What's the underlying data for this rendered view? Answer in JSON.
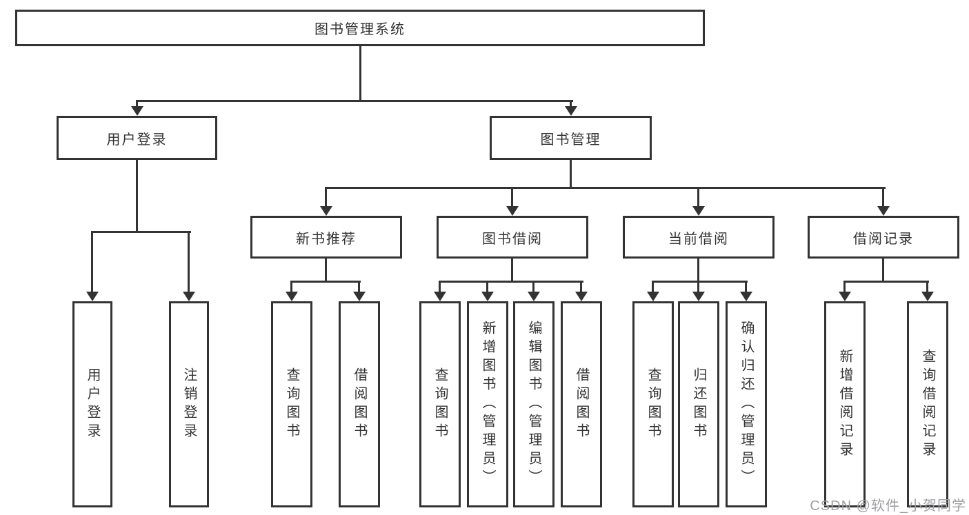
{
  "diagram": {
    "title": "图书管理系统",
    "root": {
      "label": "图书管理系统"
    },
    "branches": [
      {
        "label": "用户登录",
        "children": [
          "用户登录",
          "注销登录"
        ]
      },
      {
        "label": "图书管理",
        "sections": [
          {
            "label": "新书推荐",
            "children": [
              "查询图书",
              "借阅图书"
            ]
          },
          {
            "label": "图书借阅",
            "children": [
              "查询图书",
              "新增图书（管理员）",
              "编辑图书（管理员）",
              "借阅图书"
            ]
          },
          {
            "label": "当前借阅",
            "children": [
              "查询图书",
              "归还图书",
              "确认归还（管理员）"
            ]
          },
          {
            "label": "借阅记录",
            "children": [
              "新增借阅记录",
              "查询借阅记录"
            ]
          }
        ]
      }
    ],
    "colors": {
      "line": "#333333",
      "text": "#333333",
      "background": "#ffffff",
      "watermark": "#9f9fa3"
    },
    "watermark": "CSDN @软件_小贺同学"
  }
}
